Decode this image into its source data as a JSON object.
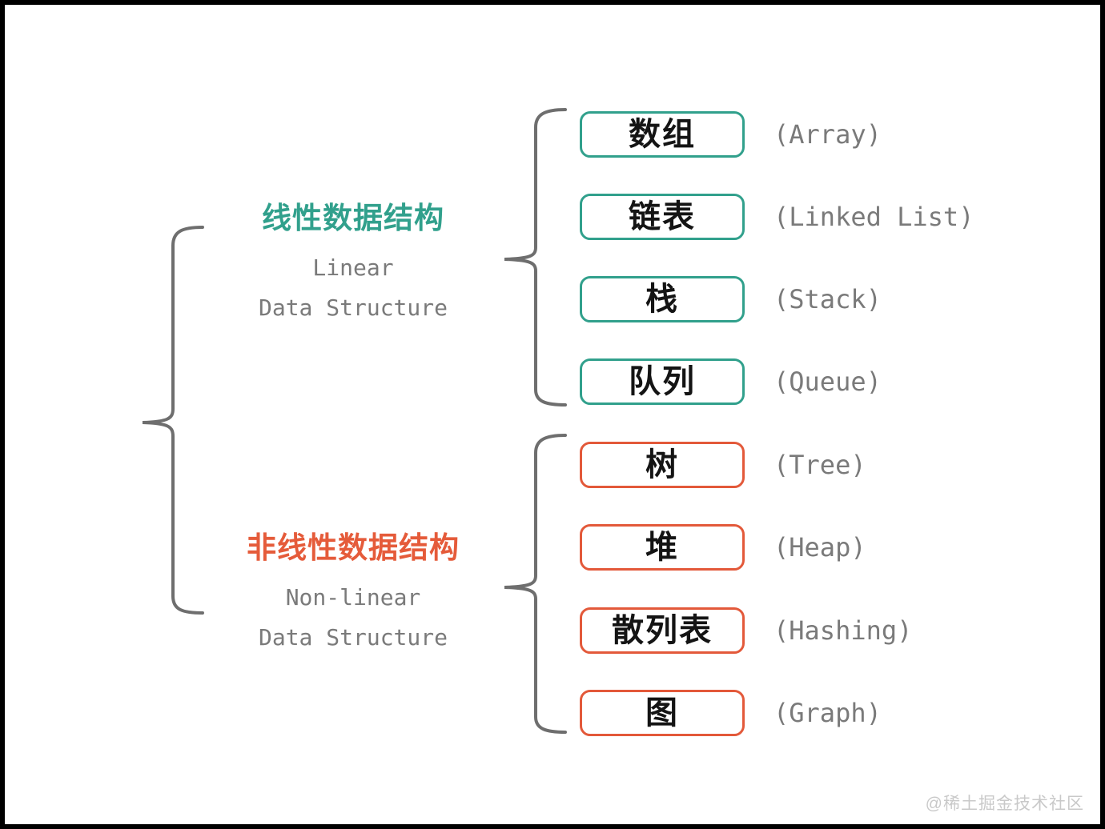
{
  "colors": {
    "linear_accent": "#31a08c",
    "nonlinear_accent": "#e3593a",
    "english_text": "#7a7a7a",
    "brace_stroke": "#6e6e6e",
    "box_text": "#141414",
    "watermark_text": "#c9c9c9",
    "background": "#ffffff",
    "frame_border": "#000000"
  },
  "diagram": {
    "groups": [
      {
        "title_zh": "线性数据结构",
        "title_en_line1": "Linear",
        "title_en_line2": "Data Structure",
        "items": [
          {
            "zh": "数组",
            "en": "(Array)"
          },
          {
            "zh": "链表",
            "en": "(Linked List)"
          },
          {
            "zh": "栈",
            "en": "(Stack)"
          },
          {
            "zh": "队列",
            "en": "(Queue)"
          }
        ]
      },
      {
        "title_zh": "非线性数据结构",
        "title_en_line1": "Non-linear",
        "title_en_line2": "Data Structure",
        "items": [
          {
            "zh": "树",
            "en": "(Tree)"
          },
          {
            "zh": "堆",
            "en": "(Heap)"
          },
          {
            "zh": "散列表",
            "en": "(Hashing)"
          },
          {
            "zh": "图",
            "en": "(Graph)"
          }
        ]
      }
    ],
    "watermark": "@稀土掘金技术社区"
  }
}
